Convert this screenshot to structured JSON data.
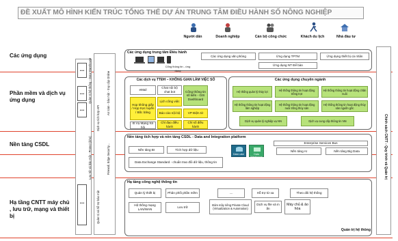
{
  "title": "ĐỀ XUẤT MÔ HÌNH KIẾN TRÚC TỔNG THỂ DỰ ÁN TRUNG TÂM ĐIỀU HÀNH SỐ NÔNG NGHIỆP",
  "users": [
    "Người dân",
    "Doanh nghiệp",
    "Cán bộ công chức",
    "Khách du lịch",
    "Nhà đầu tư"
  ],
  "layers": [
    "Các ứng dụng",
    "Phần mềm và dịch vụ ứng dụng",
    "Nền tảng CSDL",
    "Hạ tầng CNTT máy chủ , lưu trữ, mạng và thiết bị"
  ],
  "right_label": "Chính sách CNTT - Quy trình và Quản trị",
  "left_vertical": {
    "col1": [
      "Quản trị hệ thống - Data Warehouse",
      "Dịch vụ tích hợp API",
      "Lưu trữ và bảo mật - Protect (kho)",
      "Quản trị và hỗ trợ bảo mật"
    ],
    "col2": [
      "An toàn - bảo mật - truy cập Online",
      "Firewall, Edge Security..."
    ]
  },
  "dots": "...",
  "apps": {
    "title": "Các ứng dụng   trung tâm Điều hành",
    "items": [
      "Cổng thông tin - ứng dụng",
      "Các ứng dụng văn phòng",
      "Ứng dụng TPTM",
      "Ứng dụng thiết bị cá nhân",
      "Ứng dụng NT Để bàn"
    ]
  },
  "software": {
    "left_title": "Các dịch vụ TTĐH – KHÔNG GIAN LÀM VIỆC SỐ",
    "left_items": [
      "eMail",
      "Chat nội bộ chat bot",
      "Cổng thông tin số kiến - GIS Dashboard",
      "Họp không giấy / Họp trực tuyến / Bốc băng",
      "Lịch công việc",
      "Báo cáo nội bộ",
      "VP Điện tử",
      "Đ.Vụ Mạng Xã hội",
      "Chỉ đạo điều hành",
      "Chỉ số điều hành"
    ],
    "right_title": "Các ứng dụng chuyên ngành",
    "right_items": [
      "Hệ thống quản lý thủy lợi",
      "Hệ thống thông tin hoạt động trồng trọt",
      "Hệ thống thông tin hoạt động chăn nuôi",
      "Hệ thống thông tin hoạt động lâm nghiệp",
      "Hệ thống thông tin hoạt động nuôi trồng thủy sản",
      "Hệ thống thông tin hoạt động thủy sản nguồn gốc",
      "Dịch vụ quản lý nghiệp vụ NN",
      "Dịch vụ cung cấp thông tin NN"
    ]
  },
  "database": {
    "title": "Nền tảng tích hợp và nền tảng CSDL - Data and Integration platform",
    "esb": "Enterprise Services Bus",
    "items": [
      "Nền tảng BI",
      "Tích hợp dữ liệu",
      "Data Lake",
      "Data Warehouse",
      "Nền tảng AI",
      "Nền tảng Big Data",
      "Data Exchange Standard - chuẩn trao đổi dữ liệu, thông tin"
    ]
  },
  "infra": {
    "title": "Hạ tầng công nghệ thông tin",
    "items": [
      "Quản lý thiết bị",
      "Phân phối phần mềm",
      "....",
      "Hỗ trợ từ xa",
      "Theo dõi hệ thống",
      "Hệ thống mạng LAN/WAN",
      "Lưu trữ",
      "Đám mây riêng Private Cloud (Virtualization & Automation)",
      "Dịch vụ file và in ấn",
      "Máy chủ & ảo hóa"
    ],
    "footer": "Quản trị hệ thống"
  },
  "colors": {
    "red_line": "#e0412a",
    "green": "#b7e27a",
    "yellow": "#ffef3a"
  }
}
